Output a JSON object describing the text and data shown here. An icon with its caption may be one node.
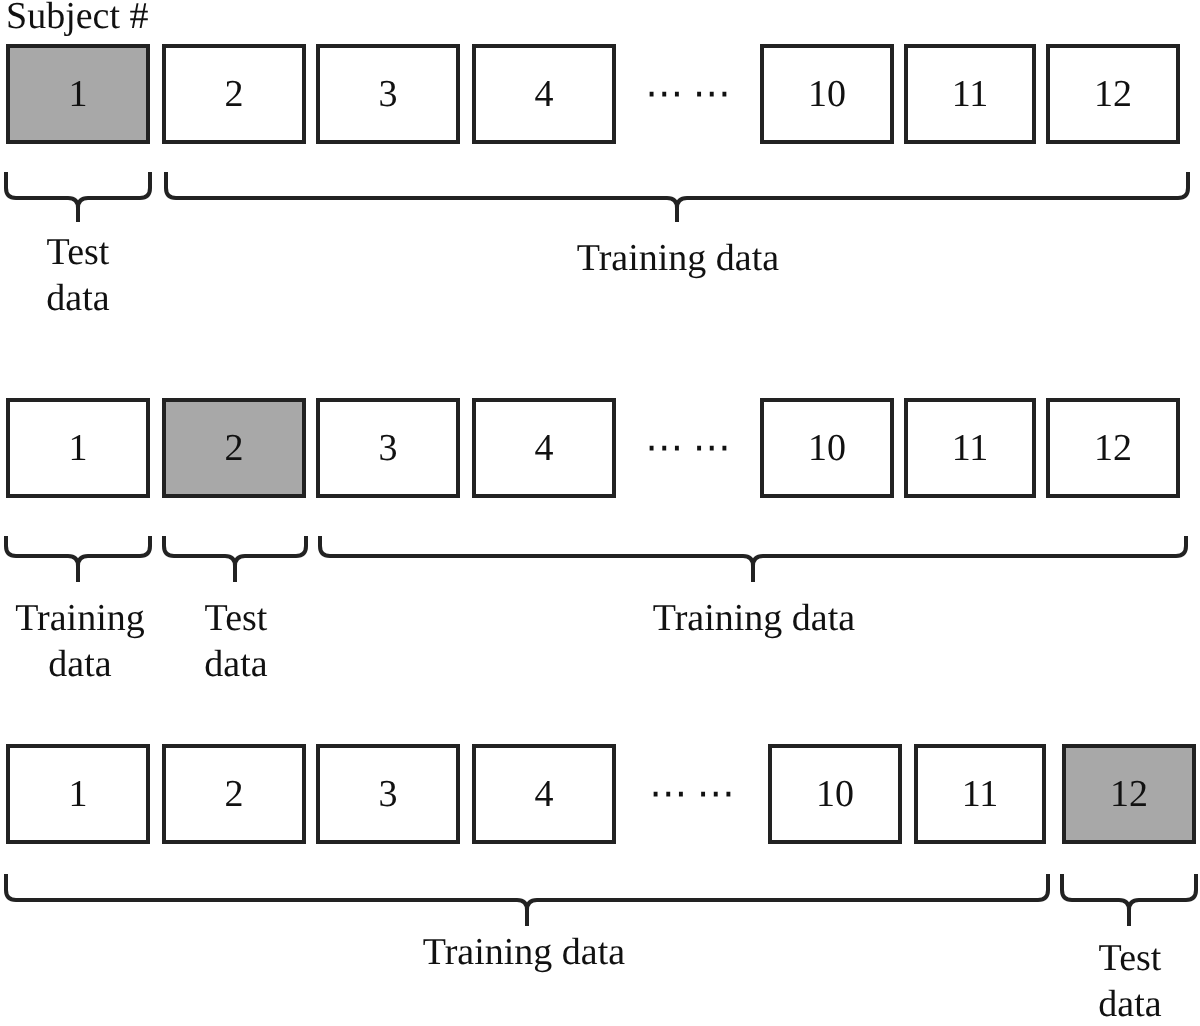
{
  "diagram": {
    "nodes": [
      {
        "text": [
          "1"
        ]
      },
      {
        "text": [
          "2"
        ]
      },
      {
        "text": [
          "3"
        ]
      },
      {
        "text": [
          "4"
        ]
      },
      {
        "text": [
          "10"
        ]
      },
      {
        "text": [
          "11"
        ]
      },
      {
        "text": [
          "12"
        ]
      },
      {
        "text": [
          "1"
        ]
      },
      {
        "text": [
          "2"
        ]
      },
      {
        "text": [
          "3"
        ]
      },
      {
        "text": [
          "4"
        ]
      },
      {
        "text": [
          "10"
        ]
      },
      {
        "text": [
          "11"
        ]
      },
      {
        "text": [
          "12"
        ]
      },
      {
        "text": [
          "1"
        ]
      },
      {
        "text": [
          "2"
        ]
      },
      {
        "text": [
          "3"
        ]
      },
      {
        "text": [
          "4"
        ]
      },
      {
        "text": [
          "10"
        ]
      },
      {
        "text": [
          "11"
        ]
      },
      {
        "text": [
          "12"
        ]
      }
    ],
    "labels": [
      "Subject #",
      "⋯ ⋯",
      "Test data",
      "Training data",
      "⋯ ⋯",
      "Training data",
      "Test data",
      "Training data",
      "⋯ ⋯",
      "Training data",
      "Test data"
    ]
  }
}
